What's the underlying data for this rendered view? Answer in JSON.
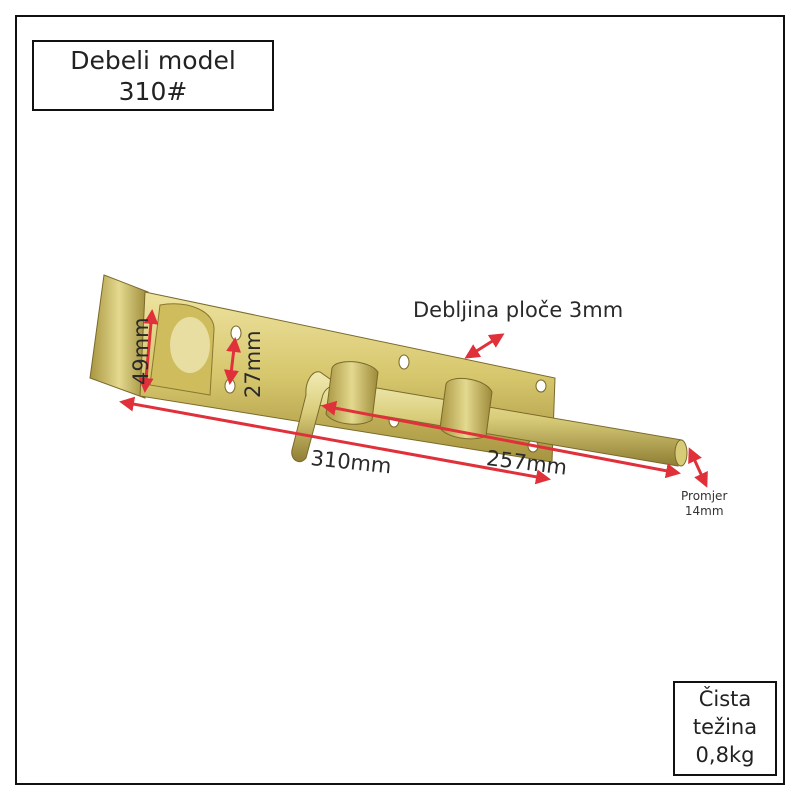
{
  "model_box": {
    "line1": "Debeli model",
    "line2": "310#"
  },
  "weight_box": {
    "line1": "Čista",
    "line2": "težina",
    "line3": "0,8kg"
  },
  "dimensions": {
    "plate_thickness": "Debljina ploče 3mm",
    "length_total": "310mm",
    "length_bolt": "257mm",
    "height_plate": "49mm",
    "hole_spacing": "27mm",
    "diameter_label": "Promjer",
    "diameter_value": "14mm"
  },
  "colors": {
    "arrow": "#e0303a",
    "metal_light": "#e6dc8a",
    "metal_mid": "#c9b85a",
    "metal_dark": "#8d7a2e",
    "frame": "#111111"
  }
}
